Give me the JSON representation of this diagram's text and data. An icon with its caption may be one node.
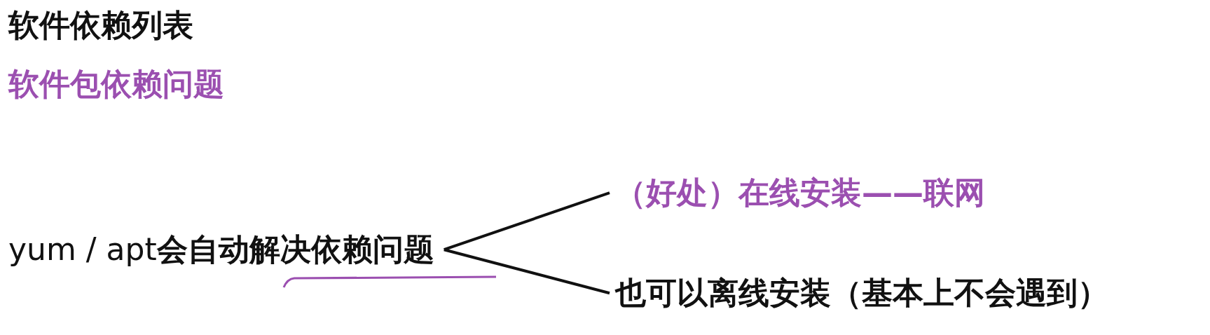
{
  "diagram": {
    "title": "软件依赖列表",
    "nodes": [
      {
        "text": [
          "yum / apt**会自动解决依赖问题**"
        ]
      },
      {
        "text": [
          "（好处）在线安装——联网"
        ]
      },
      {
        "text": [
          "也可以离线安装（基本上不会遇到）"
        ]
      }
    ],
    "edges": [
      {
        "from": 0,
        "to": 1,
        "arrow": "none"
      },
      {
        "from": 0,
        "to": 2,
        "arrow": "none"
      }
    ],
    "labels": [
      "软件包依赖问题"
    ]
  }
}
